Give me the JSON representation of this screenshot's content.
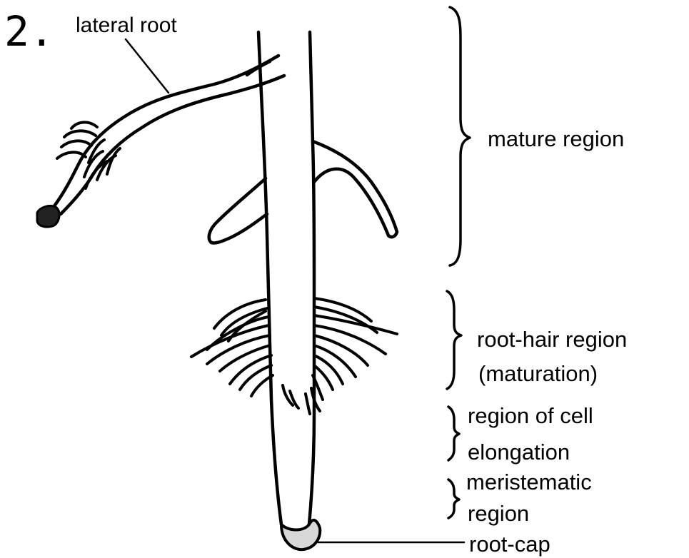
{
  "figure_number": "2.",
  "labels": {
    "lateral_root": "lateral root",
    "mature_region": "mature region",
    "root_hair_region": "root-hair region",
    "maturation": "(maturation)",
    "cell_elongation_line1": "region of cell",
    "cell_elongation_line2": "elongation",
    "meristematic_line1": "meristematic",
    "meristematic_line2": "region",
    "root_cap": "root-cap"
  }
}
